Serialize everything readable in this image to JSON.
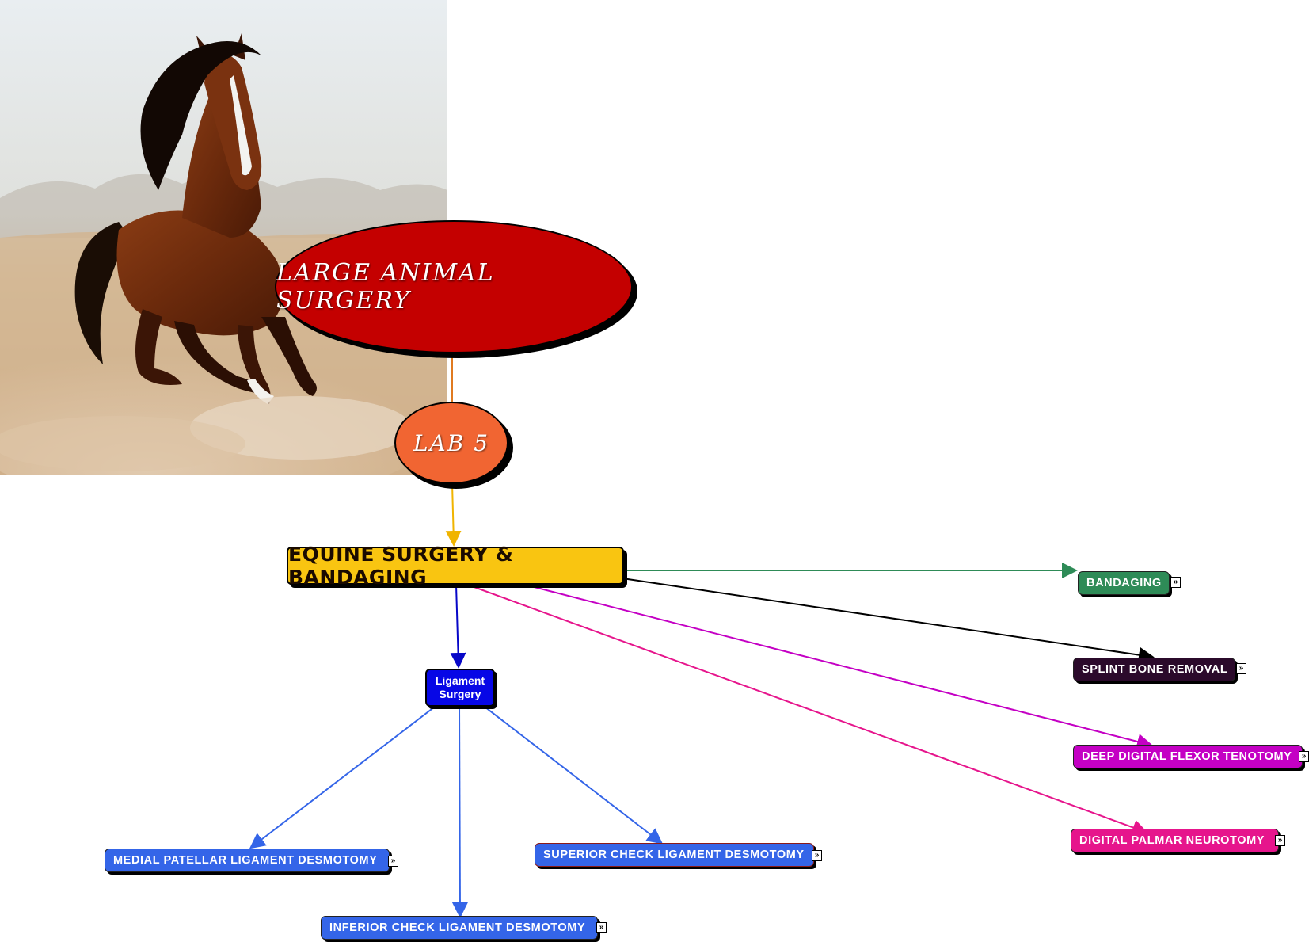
{
  "diagram": {
    "root": {
      "label": "LARGE ANIMAL SURGERY",
      "color": "#c40000"
    },
    "lab": {
      "label": "LAB 5",
      "color": "#f16532"
    },
    "main": {
      "label": "EQUINE SURGERY & BANDAGING",
      "color": "#f9c511"
    },
    "ligament": {
      "label_line1": "Ligament",
      "label_line2": "Surgery",
      "color": "#0707e6"
    },
    "leaves": {
      "bandaging": {
        "label": "BANDAGING",
        "color": "#2e8b57"
      },
      "splint": {
        "label": "SPLINT BONE REMOVAL",
        "color": "#2b0a2b"
      },
      "ddft": {
        "label": "DEEP DIGITAL FLEXOR TENOTOMY",
        "color": "#c400c4"
      },
      "palmar": {
        "label": "DIGITAL PALMAR NEUROTOMY",
        "color": "#e6158c"
      },
      "medial": {
        "label": "MEDIAL PATELLAR LIGAMENT DESMOTOMY",
        "color": "#3465e8"
      },
      "superior": {
        "label": "SUPERIOR CHECK LIGAMENT DESMOTOMY",
        "color": "#3465e8"
      },
      "inferior": {
        "label": "INFERIOR CHECK LIGAMENT DESMOTOMY",
        "color": "#3465e8"
      }
    },
    "expander_glyph": "»",
    "photo_icon": "horse-photo"
  }
}
